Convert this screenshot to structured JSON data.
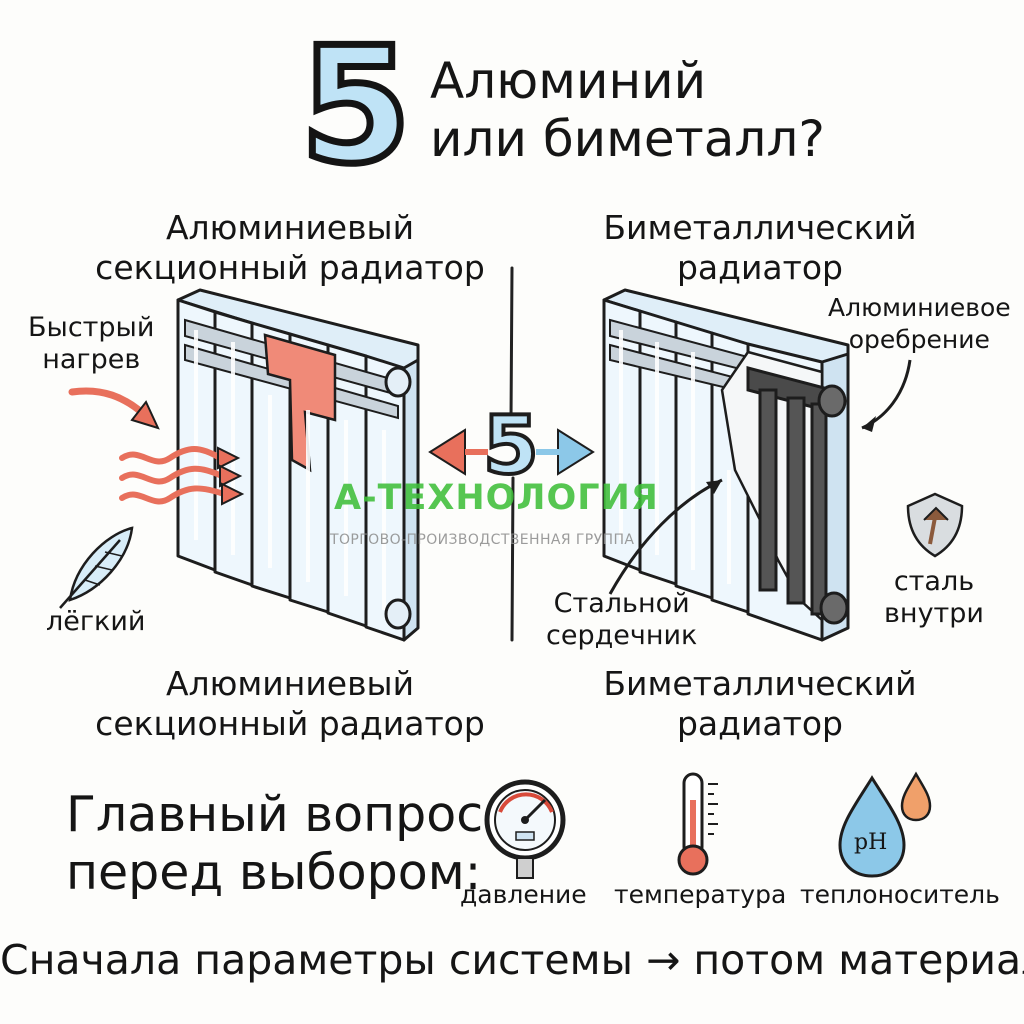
{
  "title": {
    "number": "5",
    "line1": "Алюминий",
    "line2": "или биметалл?"
  },
  "left": {
    "heading_top": [
      "Алюминиевый",
      "секционный радиатор"
    ],
    "heading_bottom": [
      "Алюминиевый",
      "секционный радиатор"
    ],
    "note_fast": [
      "Быстрый",
      "нагрев"
    ],
    "note_light": "лёгкий"
  },
  "center": {
    "badge": "5"
  },
  "right": {
    "heading_top": [
      "Биметаллический",
      "радиатор"
    ],
    "heading_bottom": [
      "Биметаллический",
      "радиатор"
    ],
    "note_fins": [
      "Алюминиевое",
      "оребрение"
    ],
    "note_core": [
      "Стальной",
      "сердечник"
    ],
    "note_steel": [
      "сталь",
      "внутри"
    ]
  },
  "watermark": {
    "brand": "А-ТЕХНОЛОГИЯ",
    "tagline": "ТОРГОВО-ПРОИЗВОДСТВЕННАЯ ГРУППА"
  },
  "question": [
    "Главный вопрос",
    "перед выбором:"
  ],
  "params": [
    {
      "label": "давление",
      "icon": "pressure-gauge-icon"
    },
    {
      "label": "температура",
      "icon": "thermometer-icon"
    },
    {
      "label": "теплоноситель",
      "icon": "ph-drop-icon",
      "icon_text": "pH"
    }
  ],
  "footer": "Сначала параметры системы → потом материал",
  "colors": {
    "accent_blue": "#bfe3f6",
    "heat_red": "#e8705c",
    "steel_dark": "#4a4a4a",
    "brand_green": "#3fbf3a"
  }
}
